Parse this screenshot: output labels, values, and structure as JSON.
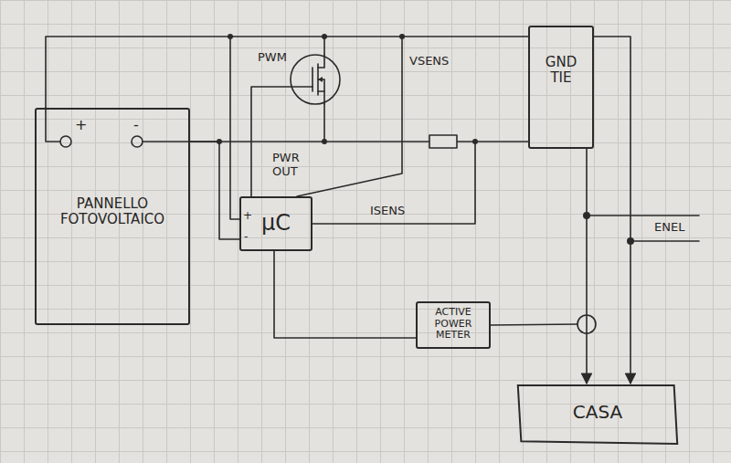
{
  "diagram": {
    "nodes": [
      {
        "text": [
          "PANNELLO FOTOVOLTAICO"
        ]
      },
      {
        "text": [
          "PWM"
        ]
      },
      {
        "text": [
          "μC"
        ]
      },
      {
        "text": [
          "GND TIE"
        ]
      },
      {
        "text": [
          "ACTIVE POWER METER"
        ]
      },
      {
        "text": [
          "CASA"
        ]
      }
    ],
    "edges": [
      {
        "from": 0,
        "to": 3,
        "arrow": "none"
      },
      {
        "from": 0,
        "to": 3,
        "arrow": "none"
      },
      {
        "from": 1,
        "to": 2,
        "arrow": "none"
      },
      {
        "from": 0,
        "to": 2,
        "arrow": "none"
      },
      {
        "from": 2,
        "to": 4,
        "arrow": "none"
      },
      {
        "from": 3,
        "to": 5,
        "arrow": "to"
      },
      {
        "from": 3,
        "to": 5,
        "arrow": "to"
      }
    ],
    "labels": [
      "+",
      "-",
      "VSENS",
      "PWR OUT",
      "+",
      "-",
      "ISENS",
      "ENEL"
    ]
  }
}
